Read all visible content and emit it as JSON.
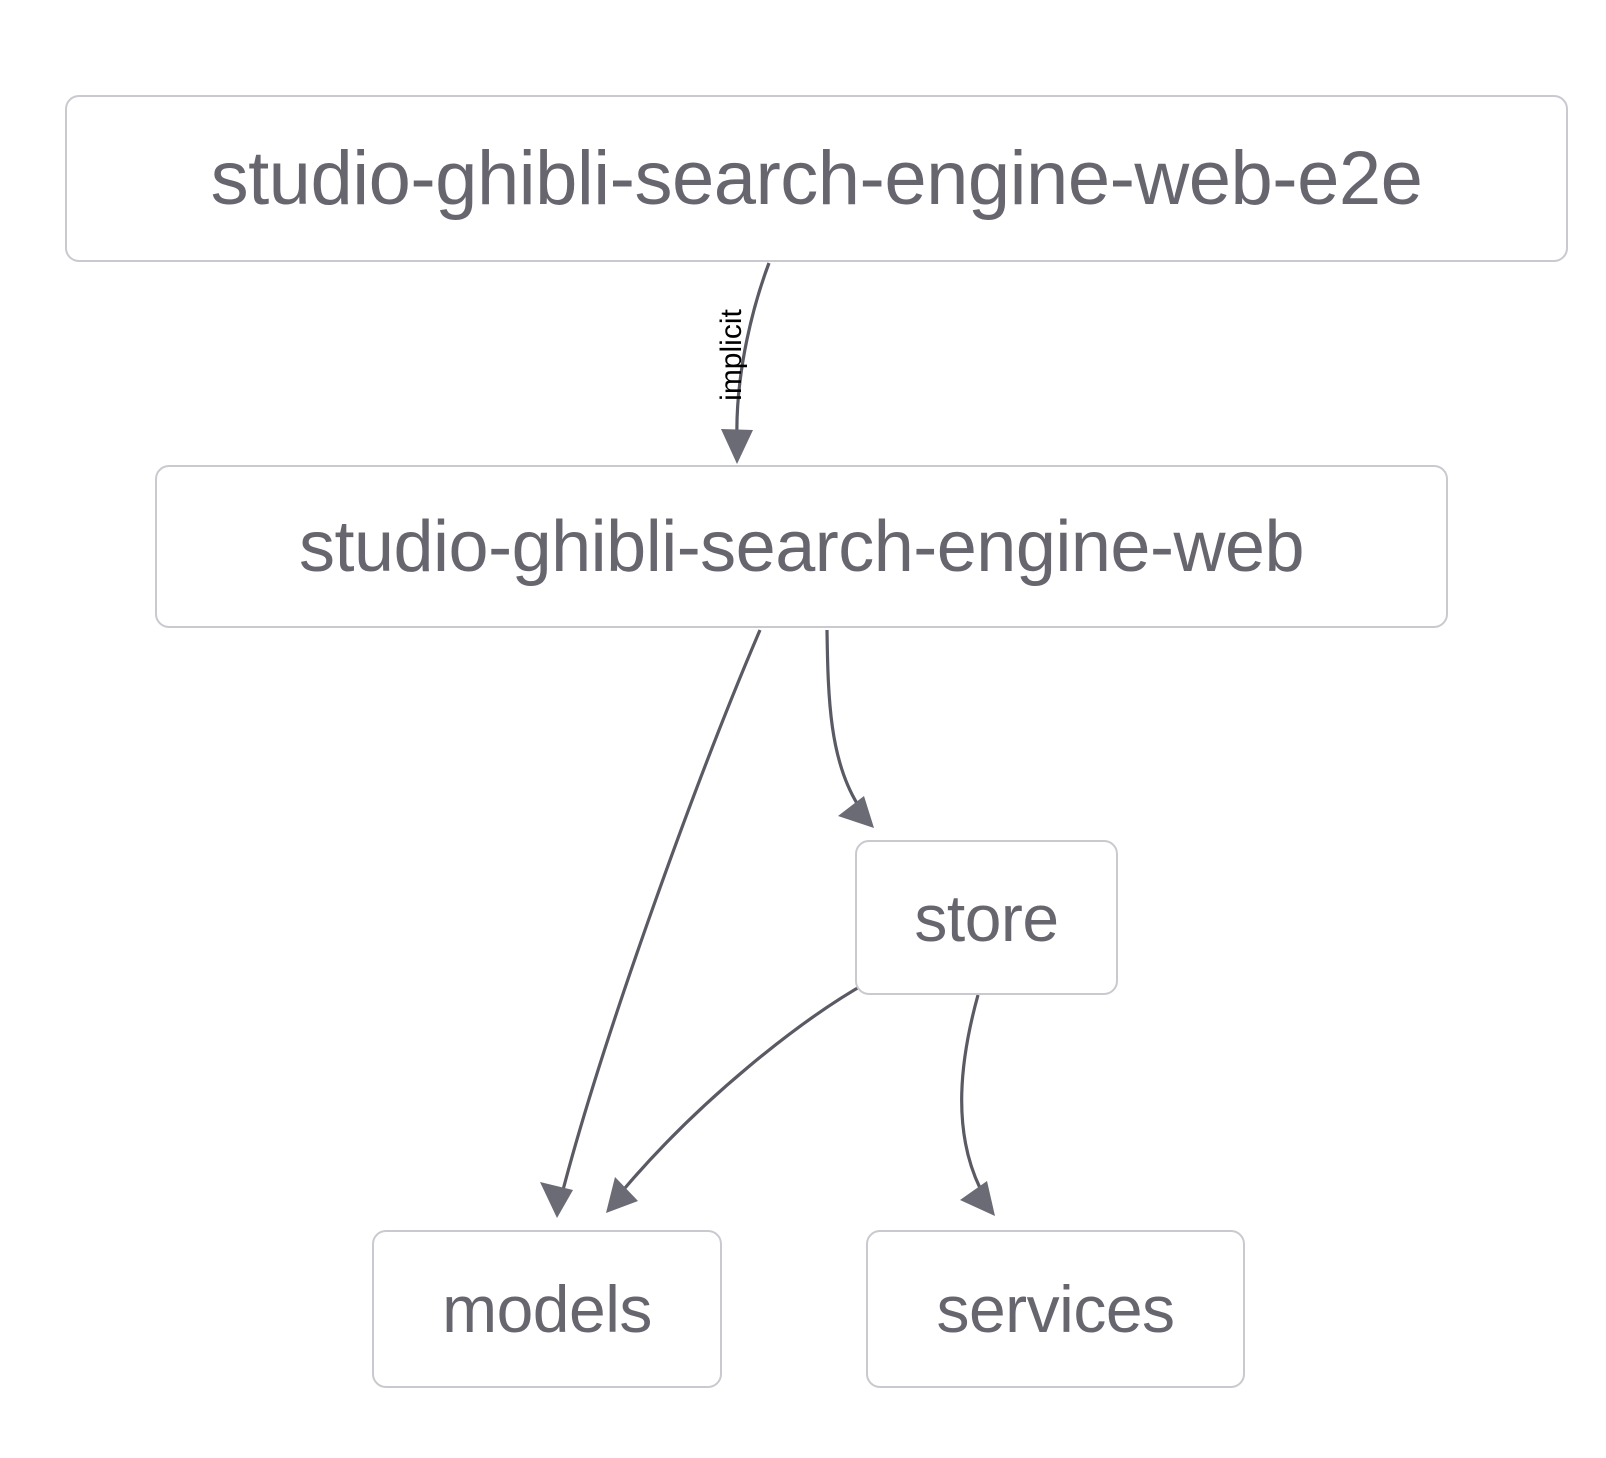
{
  "diagram": {
    "type": "dependency-graph",
    "background_color": "#ffffff",
    "node_border_color": "#c9c9cf",
    "node_text_color": "#67666f",
    "edge_color": "#595a63",
    "edge_label_color": "#000000",
    "nodes": [
      {
        "id": "e2e",
        "label": "studio-ghibli-search-engine-web-e2e"
      },
      {
        "id": "web",
        "label": "studio-ghibli-search-engine-web"
      },
      {
        "id": "store",
        "label": "store"
      },
      {
        "id": "models",
        "label": "models"
      },
      {
        "id": "services",
        "label": "services"
      }
    ],
    "edges": [
      {
        "from": "e2e",
        "to": "web",
        "label": "implicit"
      },
      {
        "from": "web",
        "to": "models",
        "label": ""
      },
      {
        "from": "web",
        "to": "store",
        "label": ""
      },
      {
        "from": "store",
        "to": "models",
        "label": ""
      },
      {
        "from": "store",
        "to": "services",
        "label": ""
      }
    ]
  }
}
